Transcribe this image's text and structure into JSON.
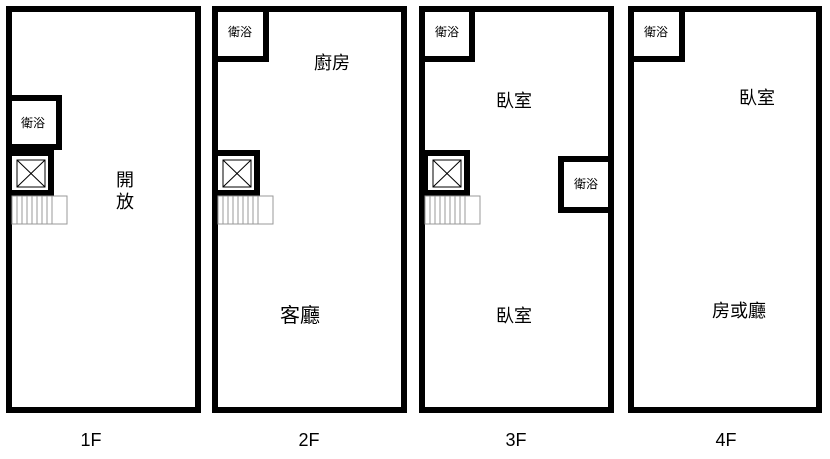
{
  "floors": [
    {
      "id": "1F",
      "label": "1F",
      "rooms": {
        "bath": "衛浴",
        "open_top": "開",
        "open_bottom": "放"
      }
    },
    {
      "id": "2F",
      "label": "2F",
      "rooms": {
        "bath": "衛浴",
        "kitchen": "廚房",
        "living": "客廳"
      }
    },
    {
      "id": "3F",
      "label": "3F",
      "rooms": {
        "bath_top": "衛浴",
        "bath_side": "衛浴",
        "bedroom_top": "臥室",
        "bedroom_bottom": "臥室"
      }
    },
    {
      "id": "4F",
      "label": "4F",
      "rooms": {
        "bath": "衛浴",
        "bedroom": "臥室",
        "room_or_hall": "房或廳"
      }
    }
  ]
}
